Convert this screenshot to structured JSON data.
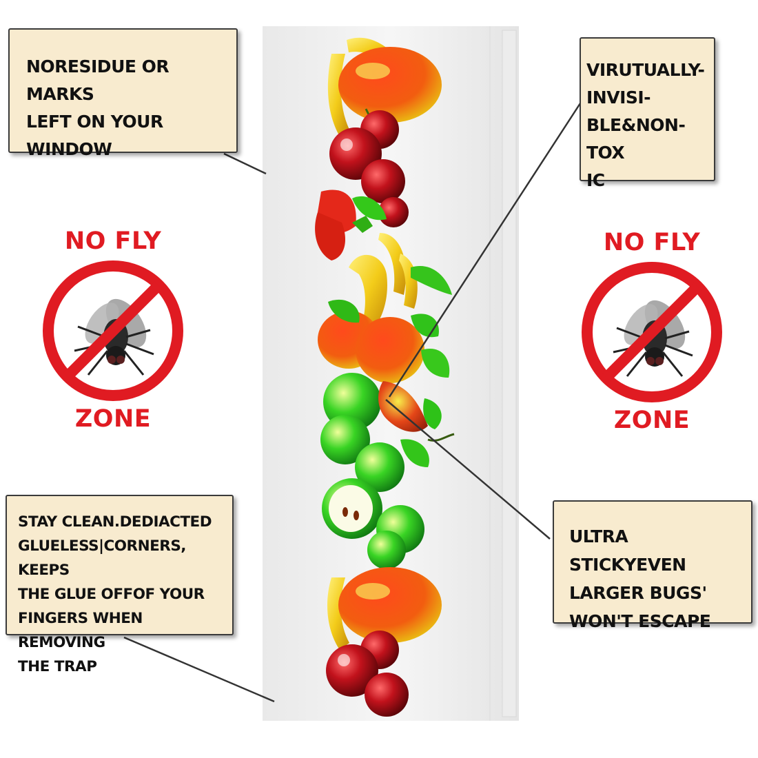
{
  "callouts": {
    "top_left": "NORESIDUE OR MARKS\nLEFT ON YOUR\nWINDOW",
    "top_right": "VIRUTUALLY-\nINVISI-\nBLE&NON-TOX\nIC",
    "bottom_left": "STAY CLEAN.DEDIACTED\nGLUELESS|CORNERS, KEEPS\nTHE GLUE OFFOF YOUR\nFINGERS WHEN REMOVING\nTHE TRAP",
    "bottom_right": "ULTRA STICKYEVEN\nLARGER BUGS'\nWON'T ESCAPE"
  },
  "badges": {
    "left": {
      "top": "NO FLY",
      "bottom": "ZONE"
    },
    "right": {
      "top": "NO FLY",
      "bottom": "ZONE"
    }
  },
  "icons": {
    "no_fly_symbol": "prohibited-fly-icon"
  },
  "colors": {
    "callout_bg": "#f8ebcf",
    "badge_red": "#e01b22",
    "strip_bg": "#f3f3f3"
  }
}
